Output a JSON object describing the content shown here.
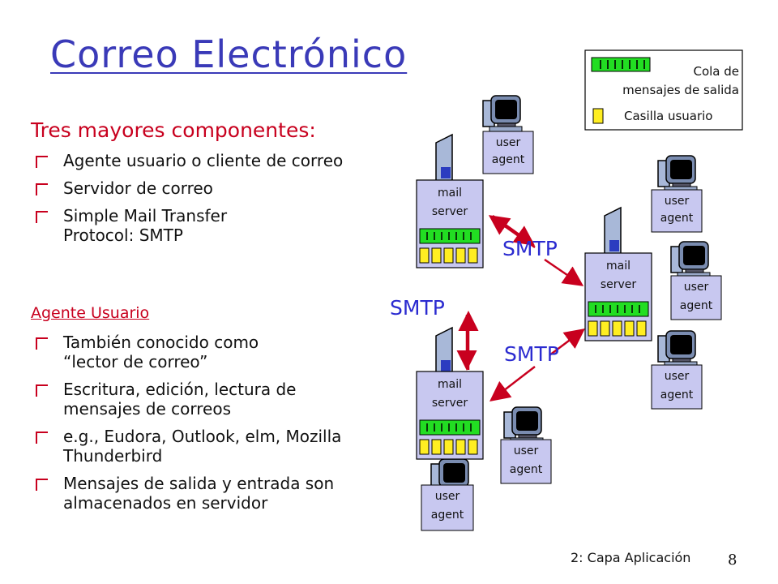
{
  "title": "Correo Electrónico",
  "subhead": "Tres mayores componentes:",
  "components": [
    "Agente usuario o cliente de correo",
    "Servidor de correo",
    "Simple Mail Transfer Protocol: SMTP"
  ],
  "agent_heading": "Agente Usuario",
  "agent_items": [
    "También conocido como “lector de correo”",
    "Escritura, edición, lectura de mensajes de correos",
    "e.g., Eudora, Outlook, elm, Mozilla Thunderbird",
    "Mensajes de salida y entrada son almacenados en servidor"
  ],
  "legend": {
    "queue_label_1": "Cola de",
    "queue_label_2": "mensajes de salida",
    "mailbox_label": "Casilla usuario"
  },
  "diagram": {
    "server_line1": "mail",
    "server_line2": "server",
    "agent_line1": "user",
    "agent_line2": "agent",
    "protocol": "SMTP"
  },
  "footer": {
    "chapter": "2: Capa Aplicación",
    "page": "8"
  },
  "colors": {
    "title": "#3a3ab8",
    "accent": "#c8001e",
    "queue": "#22dd22",
    "mailbox": "#ffee22",
    "box": "#c8c8f0"
  }
}
